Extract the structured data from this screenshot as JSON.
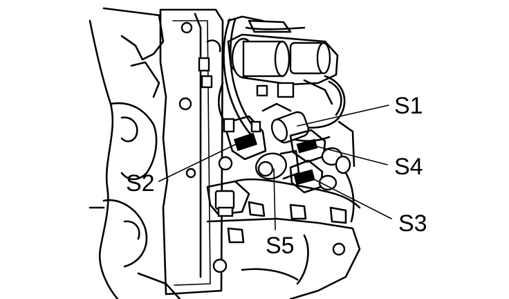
{
  "labels": {
    "s1": "S1",
    "s2": "S2",
    "s3": "S3",
    "s4": "S4",
    "s5": "S5"
  },
  "colors": {
    "ink": "#000000",
    "paper": "#ffffff"
  }
}
